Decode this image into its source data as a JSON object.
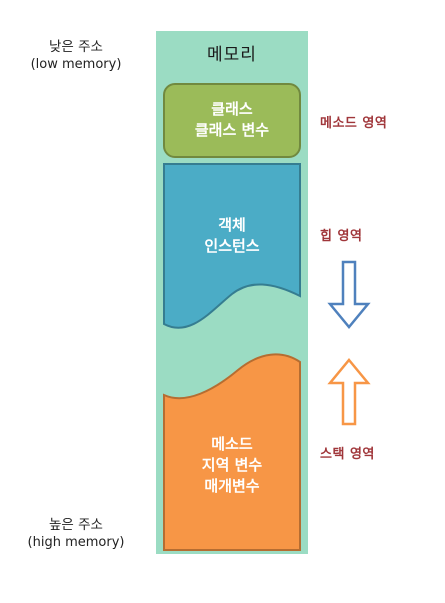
{
  "left": {
    "low_title": "낮은 주소",
    "low_sub": "(low memory)",
    "high_title": "높은 주소",
    "high_sub": "(high memory)"
  },
  "memory": {
    "title": "메모리",
    "class_block": [
      "클래스",
      "클래스 변수"
    ],
    "heap_block": [
      "객체",
      "인스턴스"
    ],
    "stack_block": [
      "메소드",
      "지역 변수",
      "매개변수"
    ]
  },
  "regions": {
    "method_area": "메소드 영역",
    "heap_area": "힙 영역",
    "stack_area": "스택 영역"
  },
  "colors": {
    "memory_bg": "#9bdcc3",
    "class_fill": "#9bbb59",
    "class_stroke": "#71893f",
    "heap_fill": "#4bacc6",
    "heap_stroke": "#357d91",
    "stack_fill": "#f79646",
    "stack_stroke": "#b66d31",
    "region_label": "#a0363a",
    "heap_arrow": "#4f81bd",
    "stack_arrow": "#f79646"
  }
}
